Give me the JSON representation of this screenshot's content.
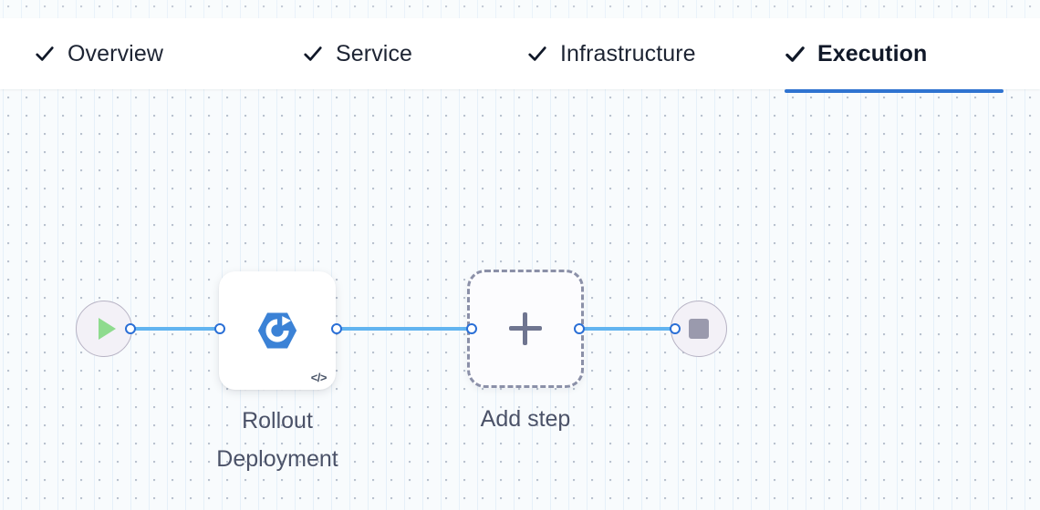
{
  "window": {
    "title": "Pipeline Execution"
  },
  "tabs": {
    "items": [
      {
        "id": "overview",
        "label": "Overview",
        "icon": "check-icon",
        "completed": true,
        "active": false
      },
      {
        "id": "service",
        "label": "Service",
        "icon": "check-icon",
        "completed": true,
        "active": false
      },
      {
        "id": "infrastructure",
        "label": "Infrastructure",
        "icon": "check-icon",
        "completed": true,
        "active": false
      },
      {
        "id": "execution",
        "label": "Execution",
        "icon": "check-icon",
        "completed": true,
        "active": true
      }
    ],
    "active_underline_color": "#2f73d0"
  },
  "canvas": {
    "background_color": "#f8fbfd",
    "grid_dot_color": "#b9c2cf",
    "grid_line_color": "#d6e8f6",
    "edge_color": "#62b4f0",
    "handle_color": "#2a6fd6"
  },
  "graph": {
    "nodes": [
      {
        "id": "start",
        "type": "terminal-start",
        "icon": "play-icon",
        "label": "",
        "accent": "#8edb8e"
      },
      {
        "id": "rollout-deployment",
        "type": "step",
        "icon": "rollout-deployment-icon",
        "badge_icon": "code-icon",
        "badge_text": "</>",
        "label": "Rollout\nDeployment",
        "accent": "#3b82d6"
      },
      {
        "id": "add-step",
        "type": "placeholder",
        "icon": "plus-icon",
        "label": "Add step",
        "accent": "#8b90a8"
      },
      {
        "id": "end",
        "type": "terminal-end",
        "icon": "stop-icon",
        "label": "",
        "accent": "#9a9aad"
      }
    ],
    "edges": [
      {
        "from": "start",
        "to": "rollout-deployment"
      },
      {
        "from": "rollout-deployment",
        "to": "add-step"
      },
      {
        "from": "add-step",
        "to": "end"
      }
    ]
  }
}
